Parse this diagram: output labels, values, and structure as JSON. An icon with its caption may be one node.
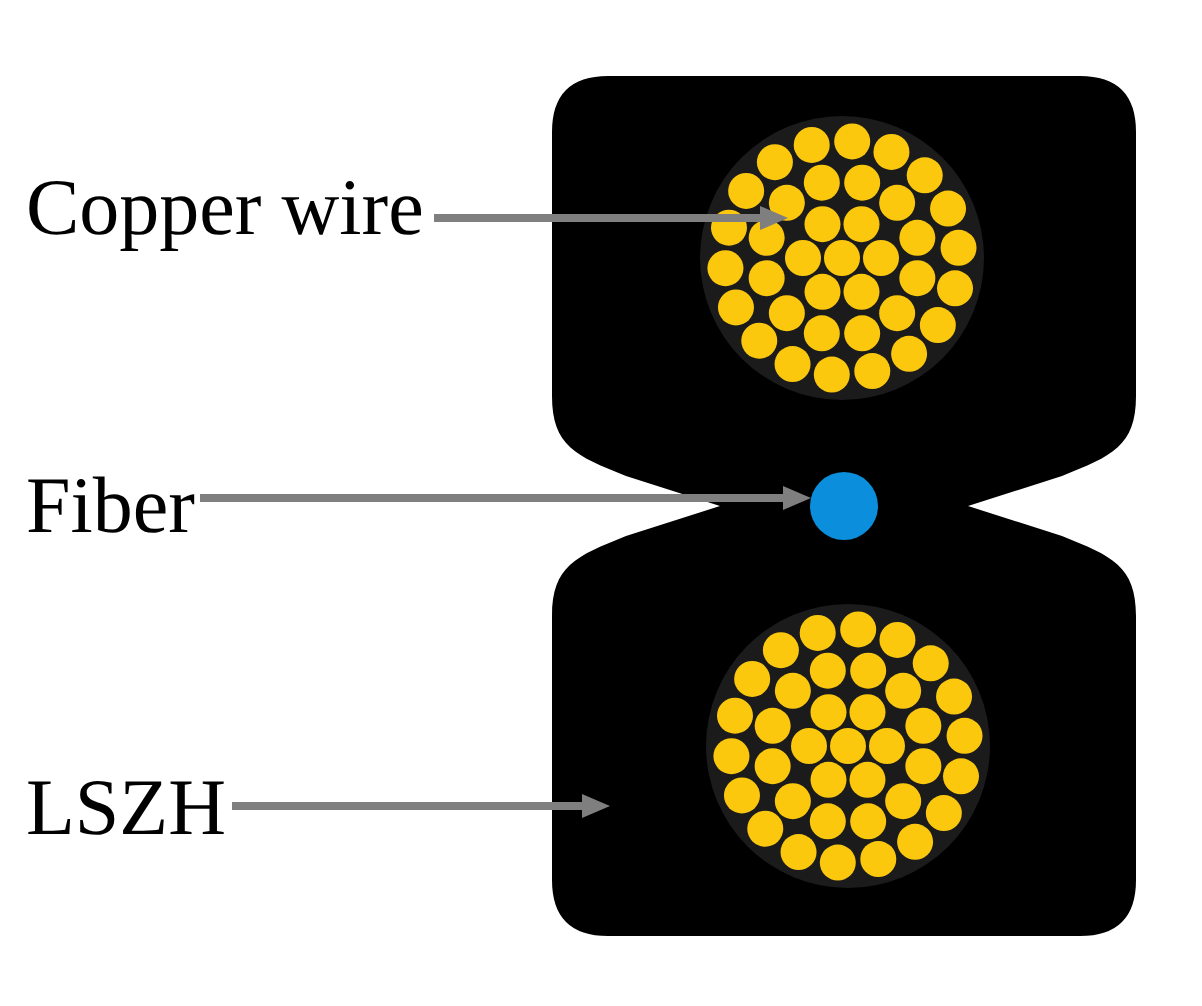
{
  "diagram": {
    "nodes": [
      {
        "text": [
          "Copper wire"
        ]
      },
      {
        "text": [],
        "shape": "box"
      },
      {
        "text": [],
        "shape": "circle",
        "in": 1
      },
      {
        "text": [
          "Fiber"
        ]
      },
      {
        "text": [],
        "shape": "circle",
        "in": 1
      },
      {
        "text": [],
        "shape": "circle",
        "in": 1
      },
      {
        "text": [
          "LSZH"
        ]
      }
    ],
    "edges": [
      {
        "from": 0,
        "to": 2,
        "arrow": "to"
      },
      {
        "from": 3,
        "to": 4,
        "arrow": "to"
      },
      {
        "from": 6,
        "to": 1,
        "arrow": "to"
      }
    ]
  }
}
